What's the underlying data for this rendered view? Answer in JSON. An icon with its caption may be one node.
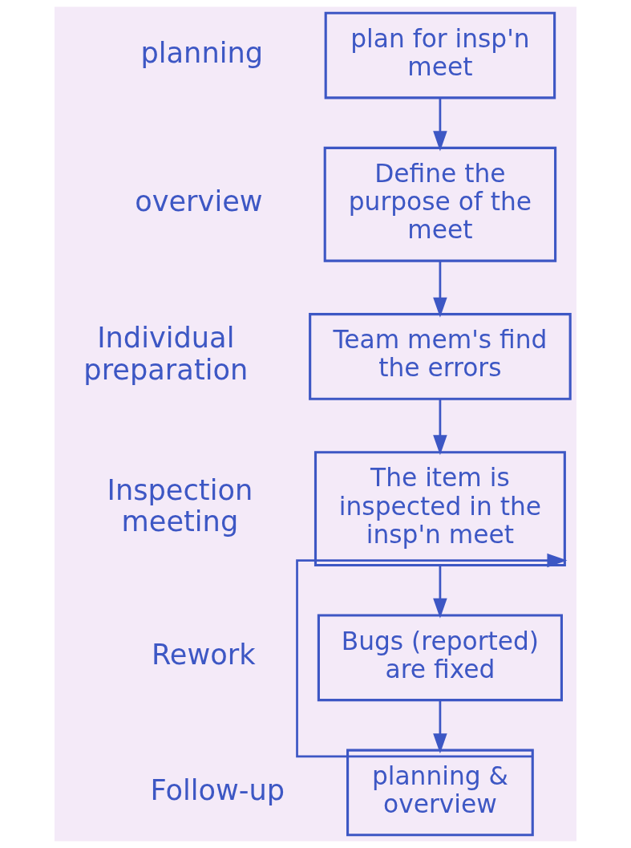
{
  "diagram": {
    "nodes": [
      {
        "text": [
          "plan for insp'n meet"
        ],
        "beside": [
          "planning"
        ]
      },
      {
        "text": [
          "Define the purpose of the meet"
        ],
        "beside": [
          "overview"
        ]
      },
      {
        "text": [
          "Team mem's find the errors"
        ],
        "beside": [
          "Individual preparation"
        ]
      },
      {
        "text": [
          "The item is inspected in the insp'n meet"
        ],
        "beside": [
          "Inspection meeting"
        ]
      },
      {
        "text": [
          "Bugs (reported) are fixed"
        ],
        "beside": [
          "Rework"
        ]
      },
      {
        "text": [
          "planning & overview"
        ],
        "beside": [
          "Follow-up"
        ]
      }
    ],
    "edges": [
      {
        "from": 0,
        "to": 1,
        "arrow": "to"
      },
      {
        "from": 1,
        "to": 2,
        "arrow": "to"
      },
      {
        "from": 2,
        "to": 3,
        "arrow": "to"
      },
      {
        "from": 3,
        "to": 4,
        "arrow": "to"
      },
      {
        "from": 4,
        "to": 5,
        "arrow": "to"
      },
      {
        "from": 5,
        "to": 3,
        "arrow": "to"
      }
    ]
  }
}
